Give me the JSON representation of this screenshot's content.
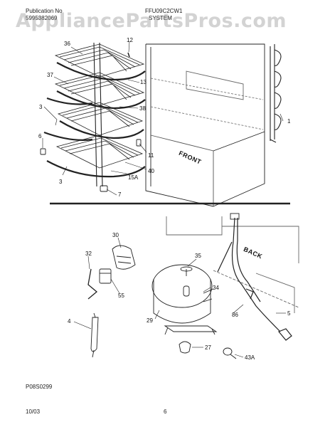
{
  "header": {
    "publication_label": "Publication No",
    "publication_number": "5995382069",
    "model": "FFU09C2CW1",
    "section": "SYSTEM"
  },
  "watermark": "AppliancePartsPros.com",
  "labels": {
    "front": "FRONT",
    "back": "BACK"
  },
  "callouts_top": [
    "36",
    "12",
    "37",
    "13",
    "3",
    "38",
    "6",
    "1",
    "11",
    "40",
    "15A",
    "3",
    "7"
  ],
  "callouts_bottom": [
    "30",
    "32",
    "35",
    "55",
    "34",
    "4",
    "29",
    "86",
    "5",
    "27",
    "43A"
  ],
  "footer": {
    "drawing_id": "P08S0299",
    "date": "10/03",
    "page": "6"
  }
}
